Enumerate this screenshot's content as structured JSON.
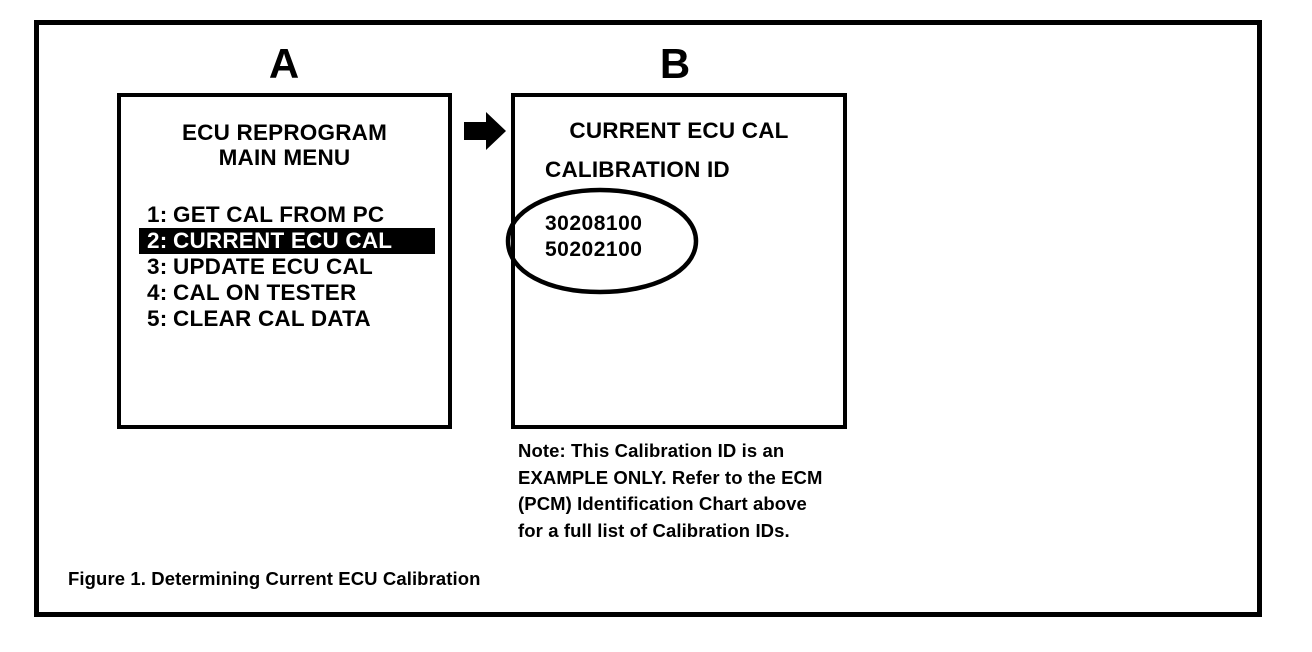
{
  "figure": {
    "caption": "Figure 1. Determining Current ECU Calibration",
    "frame_color": "#000000",
    "background_color": "#ffffff"
  },
  "panel_a": {
    "letter": "A",
    "title_line1": "ECU REPROGRAM",
    "title_line2": "MAIN MENU",
    "menu_items": [
      {
        "number": "1:",
        "label": "GET CAL FROM PC",
        "selected": false
      },
      {
        "number": "2:",
        "label": "CURRENT ECU CAL",
        "selected": true
      },
      {
        "number": "3:",
        "label": "UPDATE ECU CAL",
        "selected": false
      },
      {
        "number": "4:",
        "label": "CAL ON TESTER",
        "selected": false
      },
      {
        "number": "5:",
        "label": "CLEAR CAL DATA",
        "selected": false
      }
    ],
    "selected_index": 1,
    "highlight_background": "#000000",
    "highlight_text_color": "#ffffff"
  },
  "flow": {
    "arrow_icon": "arrow-right-icon",
    "arrow_color": "#000000"
  },
  "panel_b": {
    "letter": "B",
    "screen_title": "CURRENT ECU CAL",
    "field_label": "CALIBRATION ID",
    "calibration_ids": [
      "30208100",
      "50202100"
    ],
    "annotation": "ellipse-highlight"
  },
  "note": {
    "lines": [
      "Note: This Calibration ID is an",
      "EXAMPLE ONLY. Refer to the ECM",
      "(PCM) Identification Chart above",
      "for a full list of Calibration IDs."
    ]
  }
}
